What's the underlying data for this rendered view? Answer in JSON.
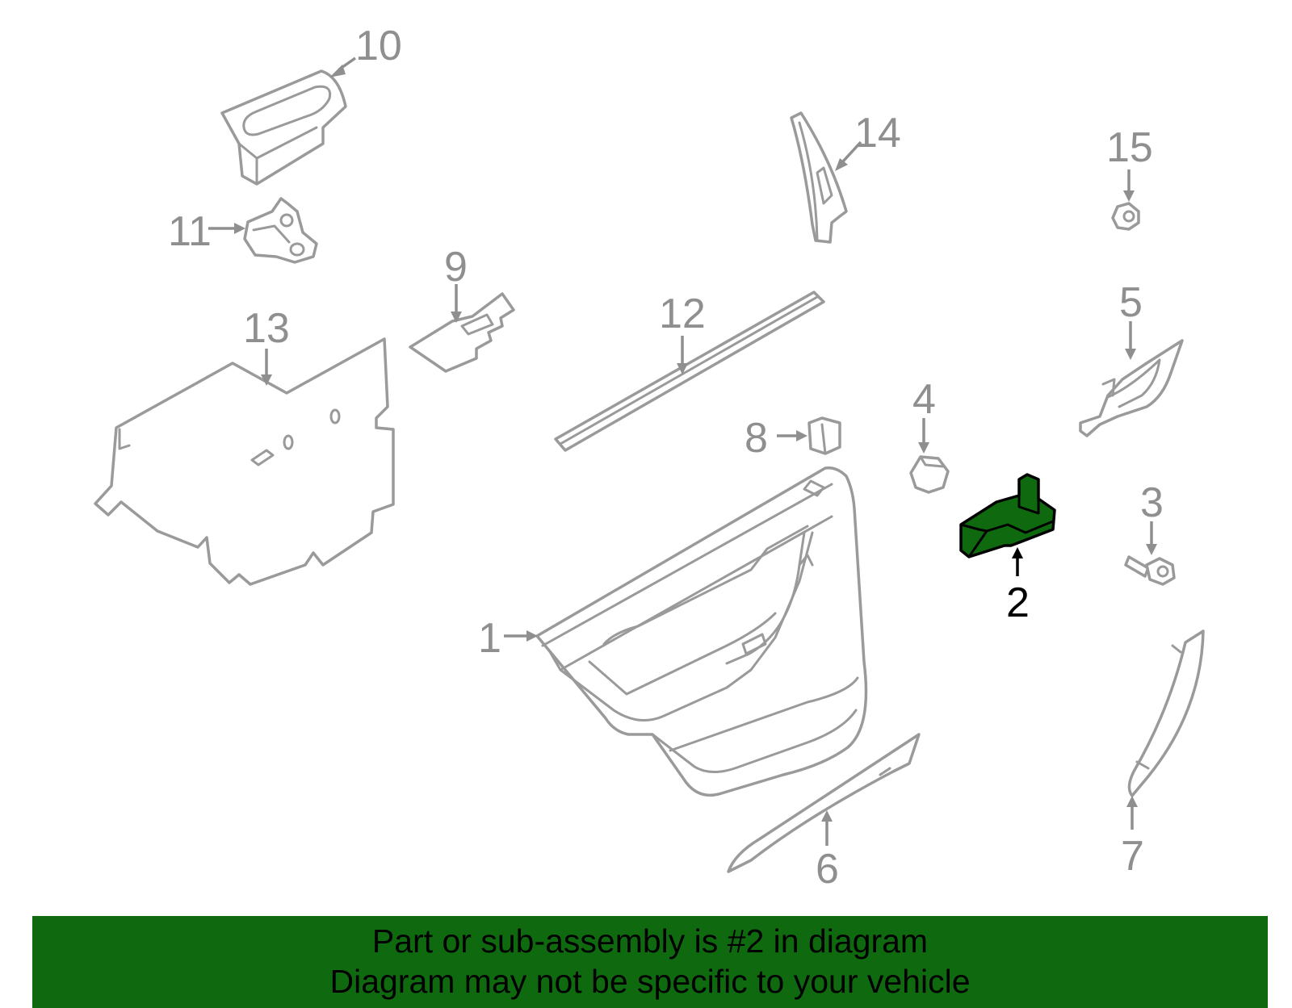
{
  "diagram": {
    "highlighted_part": "2",
    "highlight_color": "#0f6a0f",
    "part_color": "#9a9a9a",
    "callouts": {
      "c1": "1",
      "c2": "2",
      "c3": "3",
      "c4": "4",
      "c5": "5",
      "c6": "6",
      "c7": "7",
      "c8": "8",
      "c9": "9",
      "c10": "10",
      "c11": "11",
      "c12": "12",
      "c13": "13",
      "c14": "14",
      "c15": "15"
    }
  },
  "banner": {
    "line1": "Part or sub-assembly is #2 in diagram",
    "line2": "Diagram may not be specific to your vehicle"
  }
}
